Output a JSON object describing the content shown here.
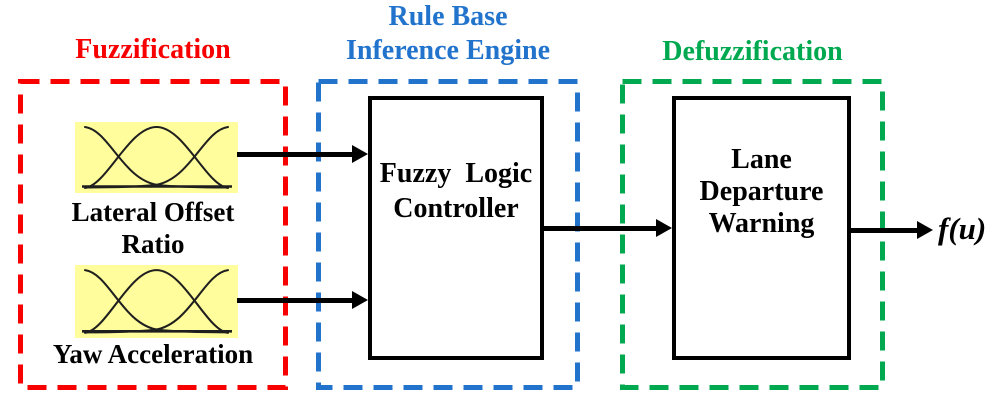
{
  "stages": [
    {
      "title": "Fuzzification",
      "color": "#F80000"
    },
    {
      "title": "Rule Base\nInference Engine",
      "color": "#2173CC"
    },
    {
      "title": "Defuzzification",
      "color": "#00A950"
    }
  ],
  "inputs": [
    {
      "label": "Lateral Offset\nRatio",
      "graph_icon": "fuzzy-membership-curves",
      "highlight_color": "#FFFD9C"
    },
    {
      "label": "Yaw Acceleration",
      "graph_icon": "fuzzy-membership-curves",
      "highlight_color": "#FFFD9C"
    }
  ],
  "blocks": [
    {
      "label": "Fuzzy  Logic\nController"
    },
    {
      "label": "Lane\nDeparture\nWarning"
    }
  ],
  "output": {
    "label": "f(u)"
  }
}
